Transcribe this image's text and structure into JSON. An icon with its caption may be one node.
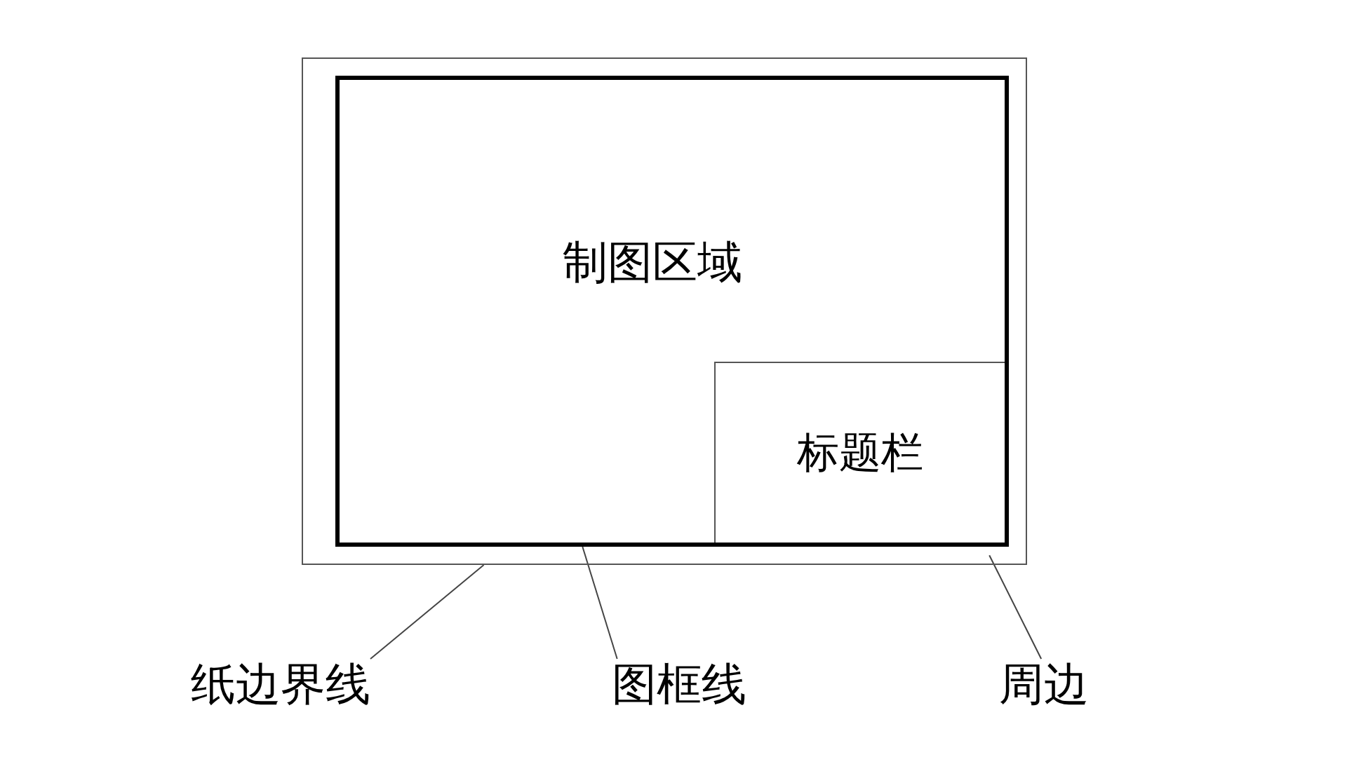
{
  "diagram": {
    "nodes": [
      {
        "text": [],
        "shape": "box"
      },
      {
        "text": [
          "制图区域"
        ],
        "in": 0
      },
      {
        "text": [
          "标题栏"
        ],
        "in": 1
      },
      {
        "text": [
          "纸边界线"
        ]
      },
      {
        "text": [
          "图框线"
        ]
      },
      {
        "text": [
          "周边"
        ]
      }
    ],
    "edges": [
      {
        "from": 3,
        "to": 0,
        "arrow": "none"
      },
      {
        "from": 4,
        "to": 1,
        "arrow": "none"
      },
      {
        "from": 5,
        "to": 0,
        "arrow": "none"
      }
    ]
  }
}
